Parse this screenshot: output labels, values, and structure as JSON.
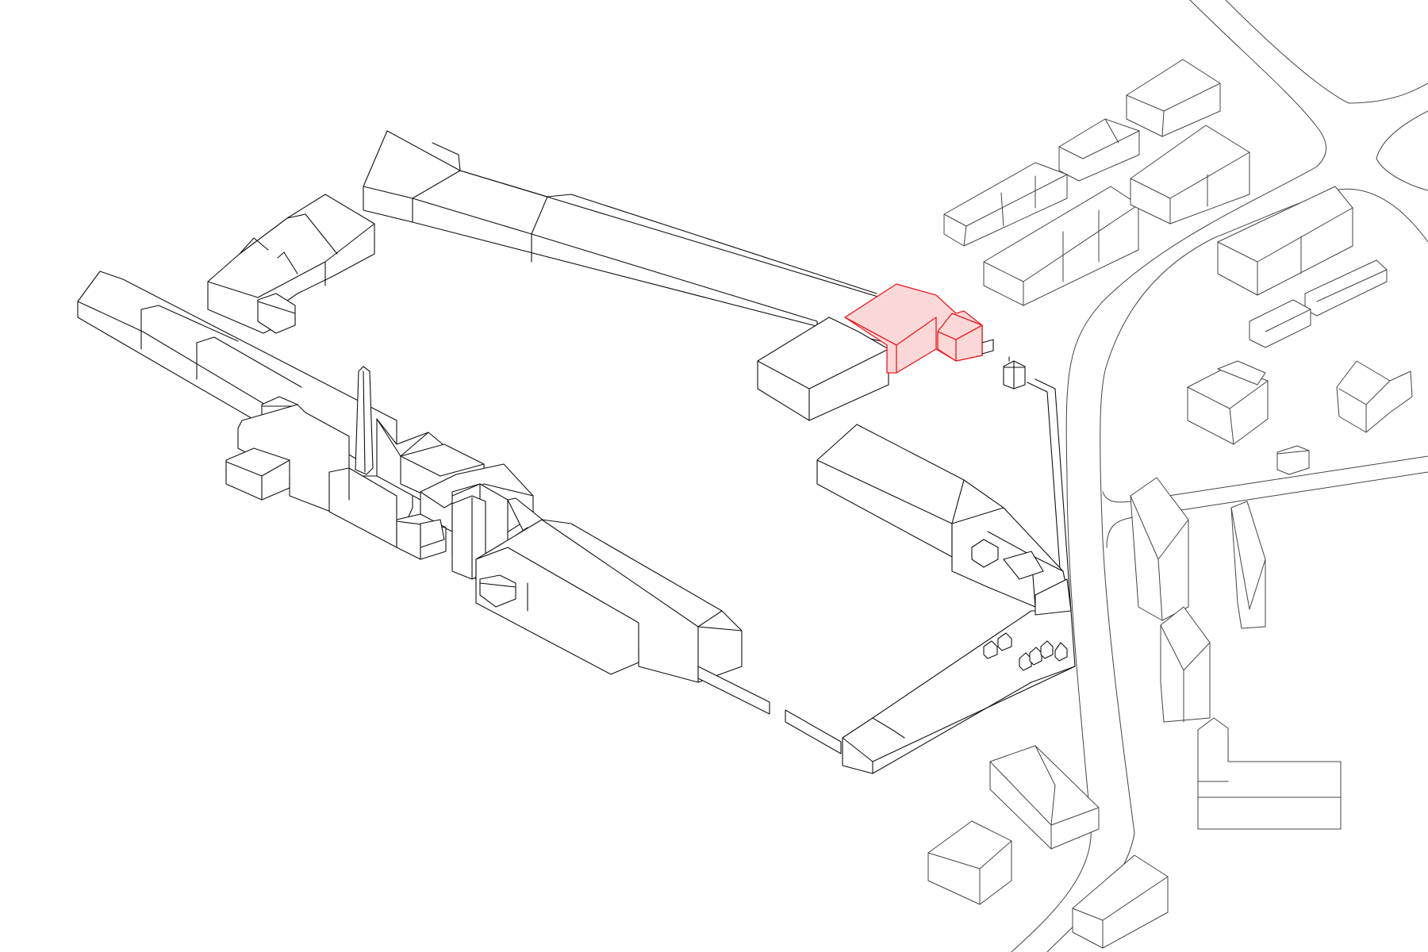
{
  "diagram": {
    "type": "axonometric-site-plan",
    "view": "isometric",
    "line_color": "#111111",
    "context_line_color": "#444444",
    "highlight_color": "#e8191f",
    "highlight_fill": "#fbd8d8",
    "background": "#ffffff",
    "groups": [
      "roads",
      "context-buildings",
      "factory-complex",
      "highlighted-building"
    ],
    "labels": []
  }
}
